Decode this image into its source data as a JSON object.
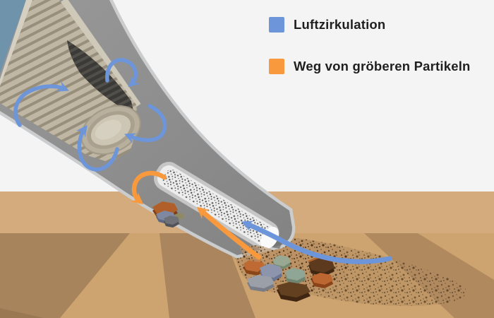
{
  "legend": {
    "items": [
      {
        "id": "air-circulation",
        "label": "Luftzirkulation",
        "color": "#6d95da"
      },
      {
        "id": "coarse-particle-path",
        "label": "Weg von gröberen Partikeln",
        "color": "#f8993e"
      }
    ]
  },
  "colors": {
    "air_arrow": "#6d95da",
    "particle_arrow": "#f8993e",
    "wall": "#f4f4f5",
    "wall_accent_corner": "#6e93aa",
    "floor_band": "#d4ab7d",
    "floor_light": "#cda46f",
    "floor_dark": "#a8845c",
    "vacuum_body": "#8d8d8d",
    "filter_beige": "#b3ab97",
    "filter_dark_opening": "#3b3a37",
    "dust_speckle": "#5a4429"
  }
}
